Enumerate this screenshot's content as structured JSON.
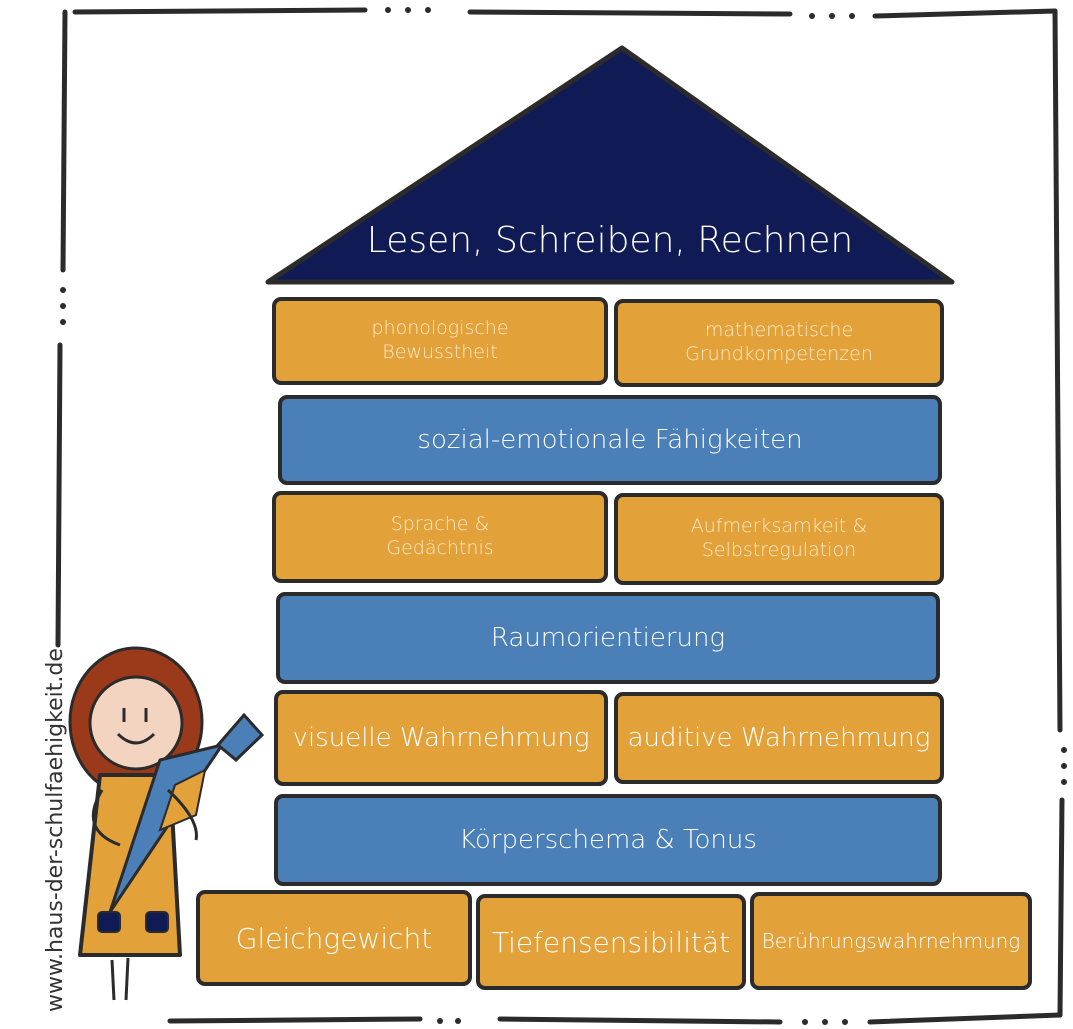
{
  "roof": {
    "title": "Lesen, Schreiben, Rechnen"
  },
  "rows": {
    "row1": {
      "left": [
        "phonologische",
        "Bewusstheit"
      ],
      "right": [
        "mathematische",
        "Grundkompetenzen"
      ]
    },
    "row2": {
      "label": "sozial-emotionale Fähigkeiten"
    },
    "row3": {
      "left": [
        "Sprache &",
        "Gedächtnis"
      ],
      "right": [
        "Aufmerksamkeit &",
        "Selbstregulation"
      ]
    },
    "row4": {
      "label": "Raumorientierung"
    },
    "row5": {
      "left": "visuelle Wahrnehmung",
      "right": "auditive Wahrnehmung"
    },
    "row6": {
      "label": "Körperschema & Tonus"
    },
    "foundation": {
      "left": "Gleichgewicht",
      "middle": "Tiefensensibilität",
      "right": "Berührungswahrnehmung"
    }
  },
  "website": "www.haus-der-schulfaehigkeit.de",
  "colors": {
    "roof": "#101a55",
    "orange_block": "#e3a13a",
    "blue_block": "#4a7fb8",
    "outline": "#2b2b2b"
  }
}
